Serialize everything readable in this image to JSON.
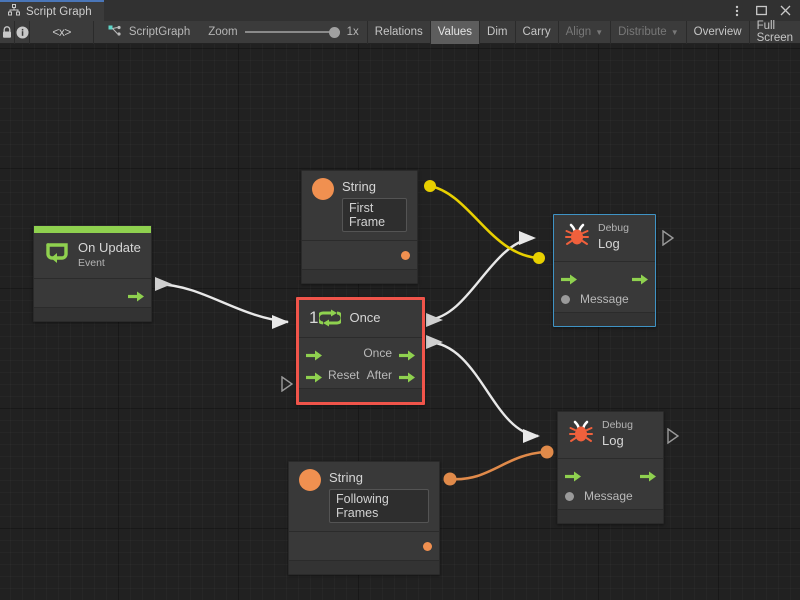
{
  "window": {
    "tab_label": "Script Graph",
    "tab_icon": "graph-hierarchy-icon",
    "controls": [
      {
        "name": "kebab-menu",
        "glyph": "⋮"
      },
      {
        "name": "maximize",
        "glyph": "❐"
      },
      {
        "name": "close",
        "glyph": "✕"
      }
    ]
  },
  "toolbar": {
    "lock_icon": "lock-icon",
    "info_icon": "info-icon",
    "code_icon": "code-brackets-icon",
    "breadcrumb_icon": "script-graph-icon",
    "breadcrumb_label": "ScriptGraph",
    "zoom_label": "Zoom",
    "zoom_value": "1x",
    "zoom_percent": 100,
    "items": [
      {
        "label": "Relations",
        "state": "normal",
        "caret": false
      },
      {
        "label": "Values",
        "state": "active",
        "caret": false
      },
      {
        "label": "Dim",
        "state": "normal",
        "caret": false
      },
      {
        "label": "Carry",
        "state": "normal",
        "caret": false
      },
      {
        "label": "Align",
        "state": "disabled",
        "caret": true
      },
      {
        "label": "Distribute",
        "state": "disabled",
        "caret": true
      },
      {
        "label": "Overview",
        "state": "normal",
        "caret": false
      },
      {
        "label": "Full Screen",
        "state": "normal",
        "caret": false
      }
    ]
  },
  "graph": {
    "nodes": {
      "on_update": {
        "title": "On Update",
        "subtitle": "Event",
        "icon": "event-loop-icon",
        "accent_color": "#8fd14f"
      },
      "string_first": {
        "title": "String",
        "icon": "string-value-icon",
        "value": "First Frame"
      },
      "string_following": {
        "title": "String",
        "icon": "string-value-icon",
        "value": "Following Frames"
      },
      "once": {
        "title": "Once",
        "icon": "once-counter-icon",
        "icon_number": "1",
        "selected": true,
        "selection_color": "#f0544a",
        "in_flow_label": "",
        "reset_label": "Reset",
        "once_label": "Once",
        "after_label": "After"
      },
      "debug_log_top": {
        "subtitle": "Debug",
        "title": "Log",
        "icon": "bug-icon",
        "message_label": "Message",
        "selected": true,
        "selection_color": "#3f93c4"
      },
      "debug_log_bottom": {
        "subtitle": "Debug",
        "title": "Log",
        "icon": "bug-icon",
        "message_label": "Message",
        "selected": false
      }
    },
    "connections": [
      {
        "from": "on_update.flow_out",
        "to": "once.flow_in",
        "color": "#e8e8e8",
        "type": "flow"
      },
      {
        "from": "once.once_out",
        "to": "debug_log_top.flow_in",
        "color": "#e8e8e8",
        "type": "flow"
      },
      {
        "from": "once.after_out",
        "to": "debug_log_bottom.flow_in",
        "color": "#e8e8e8",
        "type": "flow"
      },
      {
        "from": "string_first.value_out",
        "to": "debug_log_top.message_in",
        "color": "#e8d000",
        "type": "value"
      },
      {
        "from": "string_following.value_out",
        "to": "debug_log_bottom.message_in",
        "color": "#e08a4a",
        "type": "value"
      }
    ]
  }
}
